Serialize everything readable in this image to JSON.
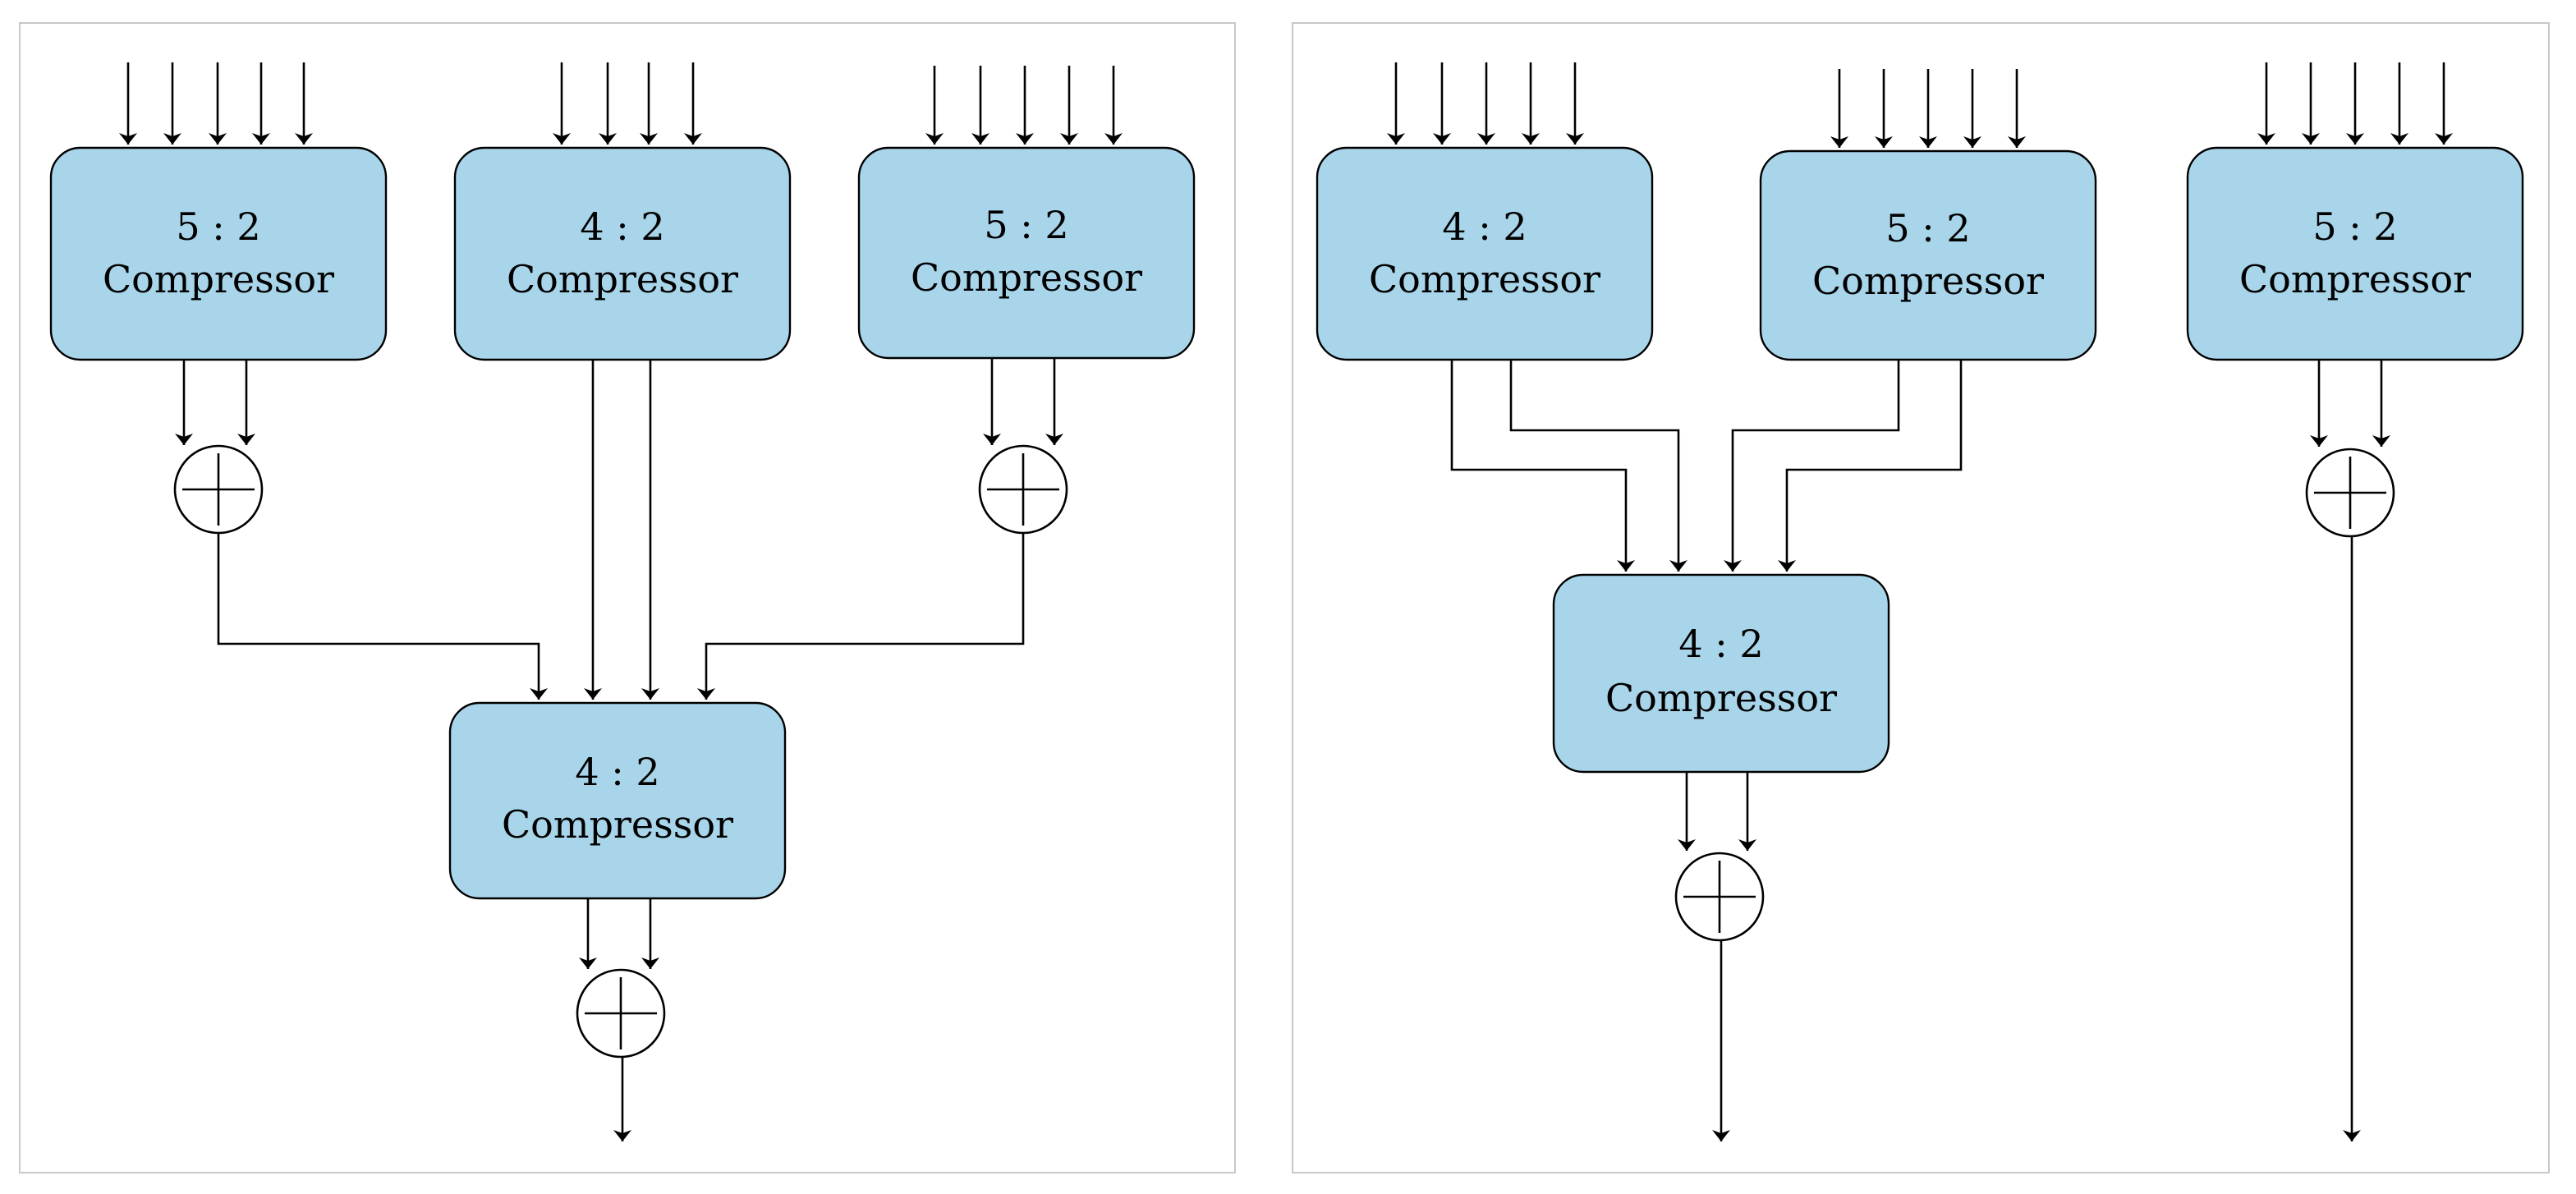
{
  "colors": {
    "block_fill": "#a8d5ea",
    "line": "#000000",
    "frame": "#c8c8c8",
    "background": "#ffffff"
  },
  "panels": [
    {
      "name": "left-panel",
      "blocks": [
        {
          "name": "compressor-top-left",
          "ratio": "5 : 2",
          "label": "Compressor"
        },
        {
          "name": "compressor-top-middle",
          "ratio": "4 : 2",
          "label": "Compressor"
        },
        {
          "name": "compressor-top-right",
          "ratio": "5 : 2",
          "label": "Compressor"
        },
        {
          "name": "compressor-bottom",
          "ratio": "4 : 2",
          "label": "Compressor"
        }
      ],
      "adders": [
        "adder-top-left",
        "adder-top-right",
        "adder-bottom"
      ]
    },
    {
      "name": "right-panel",
      "blocks": [
        {
          "name": "compressor-top-left",
          "ratio": "4 : 2",
          "label": "Compressor"
        },
        {
          "name": "compressor-top-middle",
          "ratio": "5 : 2",
          "label": "Compressor"
        },
        {
          "name": "compressor-top-right",
          "ratio": "5 : 2",
          "label": "Compressor"
        },
        {
          "name": "compressor-middle",
          "ratio": "4 : 2",
          "label": "Compressor"
        }
      ],
      "adders": [
        "adder-middle",
        "adder-right"
      ]
    }
  ]
}
